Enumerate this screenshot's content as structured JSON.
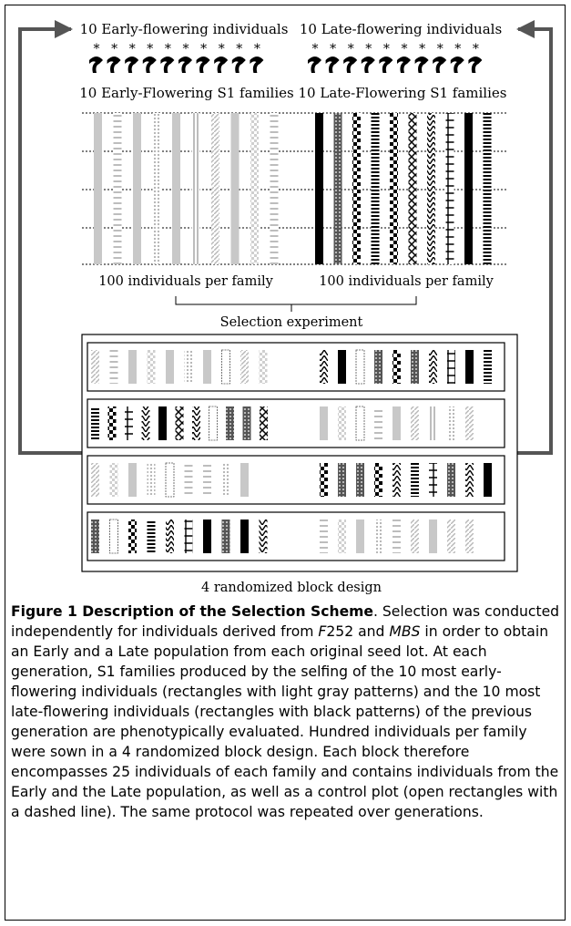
{
  "diagram": {
    "top_left_label": "10 Early-flowering individuals",
    "top_right_label": "10 Late-flowering individuals",
    "sub_left_label": "10 Early-Flowering S1 families",
    "sub_right_label": "10 Late-Flowering S1 families",
    "bottom_left_label": "100 individuals per family",
    "bottom_right_label": "100 individuals per family",
    "selection_label": "Selection experiment",
    "block_design_label": "4 randomized block design",
    "left_patterns": [
      "gray",
      "hbar",
      "gray",
      "dot",
      "gray",
      "vbar",
      "diag",
      "gray",
      "cross",
      "hbar"
    ],
    "right_patterns": [
      "black",
      "bdot",
      "bcheck",
      "bstripe",
      "bcheck",
      "bdiag",
      "bzig",
      "bdash",
      "black",
      "bstripe"
    ],
    "blocks": [
      {
        "left": [
          "diag",
          "hbar",
          "gray",
          "cross",
          "gray",
          "dot",
          "gray",
          "open",
          "diag",
          "cross"
        ],
        "right": [
          "bzig",
          "black",
          "open",
          "bdot",
          "bcheck",
          "bdot",
          "bzig",
          "bdash",
          "black",
          "bstripe"
        ]
      },
      {
        "left": [
          "bstripe",
          "bcheck",
          "bdash",
          "bzig",
          "black",
          "bdiag",
          "bzig",
          "open",
          "bdot",
          "bdot",
          "bdiag"
        ],
        "right": [
          "gray",
          "cross",
          "open",
          "hbar",
          "gray",
          "diag",
          "vbar",
          "dot",
          "diag"
        ]
      },
      {
        "left": [
          "diag",
          "cross",
          "gray",
          "dot",
          "open",
          "hbar",
          "hbar",
          "dot",
          "gray"
        ],
        "right": [
          "bcheck",
          "bdot",
          "bdot",
          "bcheck",
          "bzig",
          "bstripe",
          "bdash",
          "bdot",
          "bzig",
          "black"
        ]
      },
      {
        "left": [
          "bdot",
          "open",
          "bcheck",
          "bstripe",
          "bzig",
          "bdash",
          "black",
          "bdot",
          "black",
          "bzig"
        ],
        "right": [
          "hbar",
          "cross",
          "gray",
          "dot",
          "hbar",
          "diag",
          "gray",
          "diag",
          "diag"
        ]
      }
    ]
  },
  "caption": {
    "label": "Figure 1 Description of the Selection Scheme",
    "part1": ". Selection was conducted independently for individuals derived from ",
    "italic1": "F",
    "part2": "252 and ",
    "italic2": "MBS",
    "part3": " in order to obtain an Early and a Late population from each original seed lot. At each generation, S1 families produced by the selfing of the 10 most early-flowering individuals (rectangles with light gray patterns) and the 10 most late-flowering individuals (rectangles with black patterns) of the previous generation are phenotypically evaluated. Hundred individuals per family were sown in a 4 randomized block design. Each block therefore encompasses 25 individuals of each family and contains individuals from the Early and the Late population, as well as a control plot (open rectangles with a dashed line). The same protocol was repeated over generations."
  }
}
